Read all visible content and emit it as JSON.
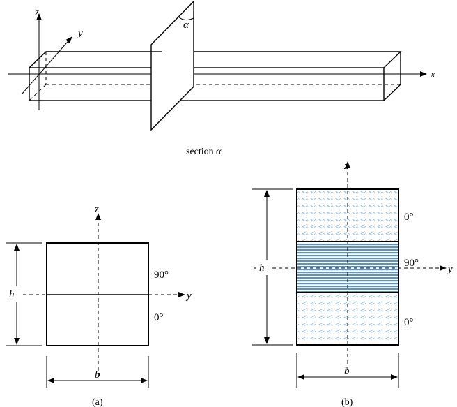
{
  "figure": {
    "beam": {
      "axis_x": "x",
      "axis_y": "y",
      "axis_z": "z",
      "angle_label": "α",
      "caption_text": "section",
      "caption_symbol": "α"
    },
    "panel_a": {
      "axis_z": "z",
      "axis_y": "y",
      "height_label": "h",
      "width_label": "b",
      "top_ply_angle": "90°",
      "bottom_ply_angle": "0°",
      "caption": "(a)"
    },
    "panel_b": {
      "axis_z": "z",
      "axis_y": "y",
      "height_label": "h",
      "width_label": "b",
      "top_ply_angle": "0°",
      "middle_ply_angle": "90°",
      "bottom_ply_angle": "0°",
      "caption": "(b)"
    }
  },
  "colors": {
    "line": "#000000",
    "ply_90_stripe": "#5b93c8",
    "ply_0_dots": "#6fa6d6"
  }
}
